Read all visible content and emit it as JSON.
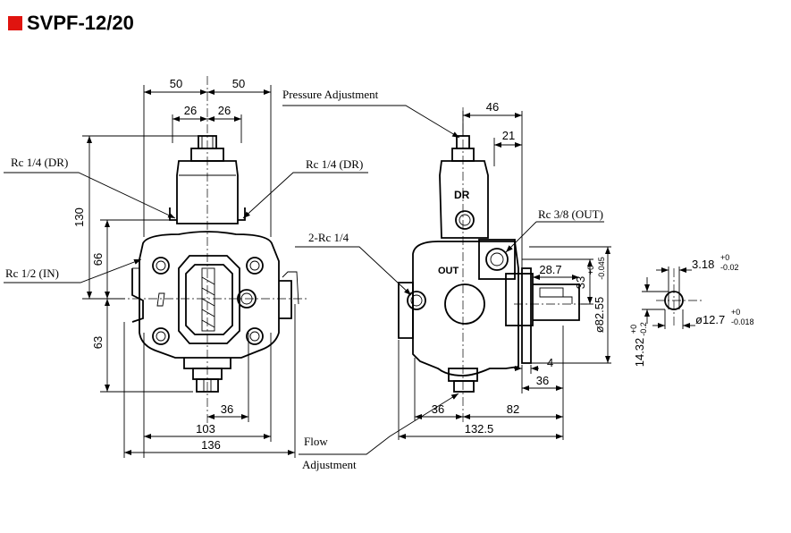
{
  "title": "SVPF-12/20",
  "colors": {
    "accent": "#e0140f",
    "line": "#000000"
  },
  "labels": {
    "pressure_adjustment": "Pressure Adjustment",
    "rc14_dr_left": "Rc 1/4 (DR)",
    "rc14_dr_mid": "Rc 1/4 (DR)",
    "rc12_in": "Rc 1/2 (IN)",
    "rc2_14": "2-Rc 1/4",
    "rc38_out": "Rc 3/8 (OUT)",
    "flow": "Flow",
    "adjustment": "Adjustment",
    "dr_mark": "DR",
    "out_mark": "OUT"
  },
  "dims": {
    "d50a": "50",
    "d50b": "50",
    "d26a": "26",
    "d26b": "26",
    "d130": "130",
    "d66": "66",
    "d63": "63",
    "d36_front": "36",
    "d103": "103",
    "d136": "136",
    "d46": "46",
    "d21": "21",
    "d28_7": "28.7",
    "d33": "33",
    "d82_55": "ø82.55",
    "d82_55_tol_up": "+0",
    "d82_55_tol_dn": "-0.045",
    "d4": "4",
    "d36_side_r": "36",
    "d36_side_l": "36",
    "d82": "82",
    "d132_5": "132.5",
    "d3_18": "3.18",
    "d3_18_tol_up": "+0",
    "d3_18_tol_dn": "-0.02",
    "d12_7": "ø12.7",
    "d12_7_tol_up": "+0",
    "d12_7_tol_dn": "-0.018",
    "d14_32": "14.32",
    "d14_32_tol_up": "+0",
    "d14_32_tol_dn": "-0.2"
  }
}
